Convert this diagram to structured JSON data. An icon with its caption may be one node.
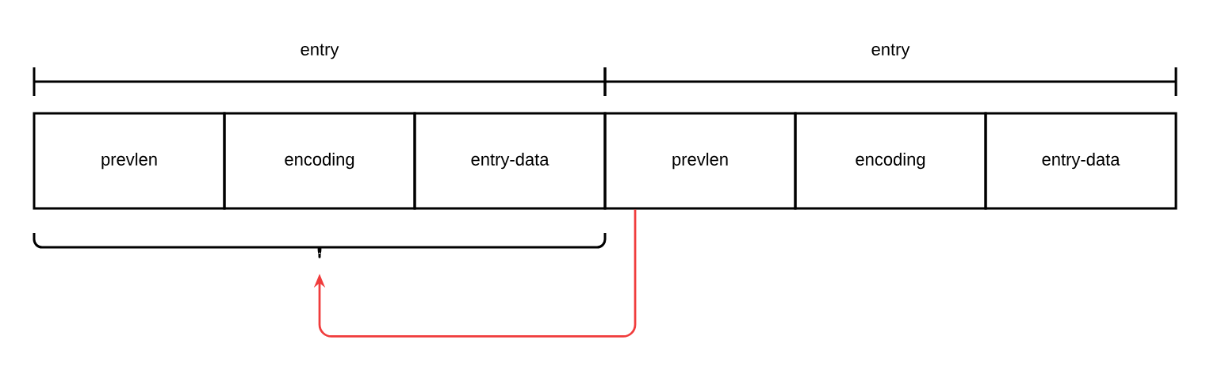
{
  "diagram": {
    "nodes": [
      {
        "text": [
          "prevlen"
        ]
      },
      {
        "text": [
          "encoding"
        ]
      },
      {
        "text": [
          "entry-data"
        ]
      },
      {
        "text": [
          "prevlen"
        ]
      },
      {
        "text": [
          "encoding"
        ]
      },
      {
        "text": [
          "entry-data"
        ]
      },
      {
        "text": [],
        "shape": "brace"
      }
    ],
    "edges": [
      {
        "from": 3,
        "to": 6,
        "arrow": "to",
        "color": "#f03c3c"
      }
    ],
    "labels": [
      "entry",
      "entry"
    ]
  }
}
